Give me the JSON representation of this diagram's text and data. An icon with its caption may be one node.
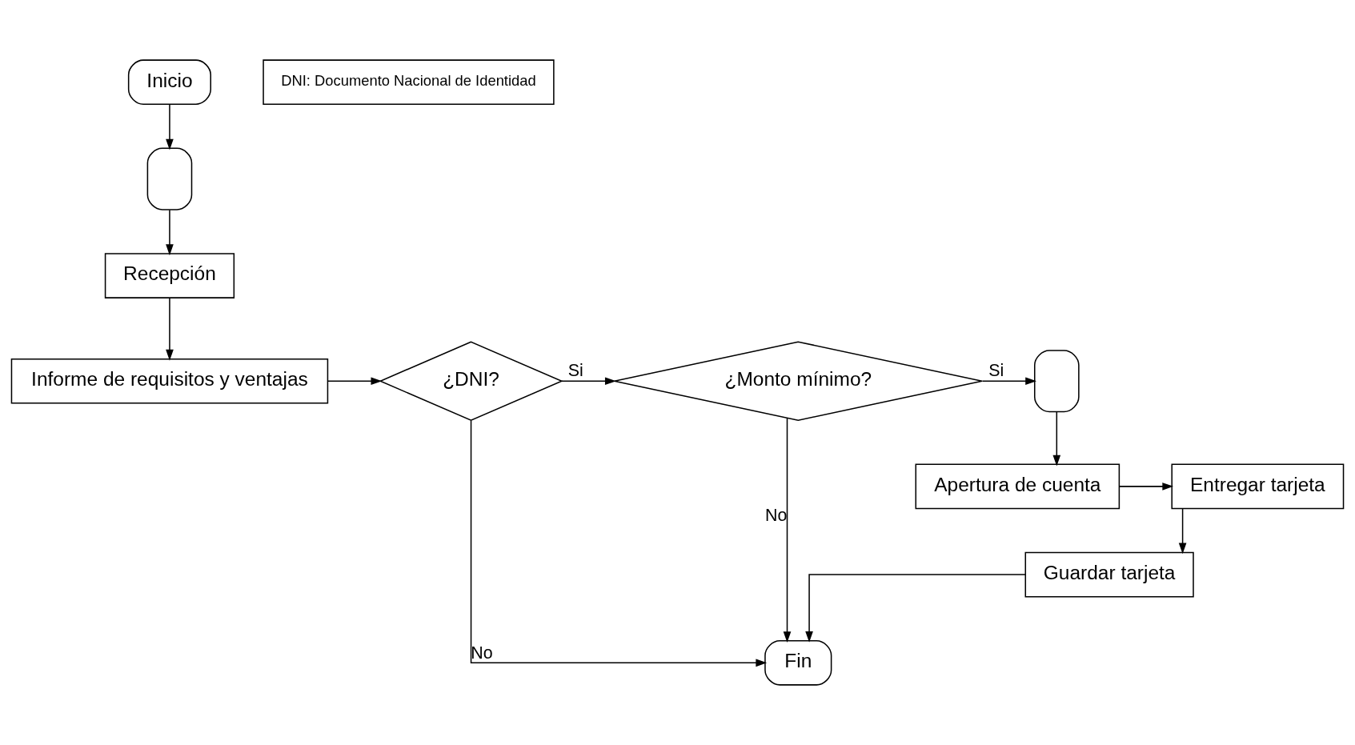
{
  "diagram": {
    "nodes": [
      {
        "text": [
          "Inicio"
        ]
      },
      {
        "text": [],
        "shape": "delay"
      },
      {
        "text": [
          "Recepción"
        ]
      },
      {
        "text": [
          "Informe de requisitos y ventajas"
        ]
      },
      {
        "text": [
          "¿DNI?"
        ]
      },
      {
        "text": [
          "¿Monto mínimo?"
        ]
      },
      {
        "text": [],
        "shape": "delay"
      },
      {
        "text": [
          "Apertura de cuenta"
        ]
      },
      {
        "text": [
          "Entregar tarjeta"
        ]
      },
      {
        "text": [
          "Guardar tarjeta"
        ]
      },
      {
        "text": [
          "Fin"
        ]
      },
      {
        "text": [
          "DNI: Documento Nacional de Identidad"
        ]
      }
    ],
    "edges": [
      {
        "from": 0,
        "to": 1,
        "arrow": "to"
      },
      {
        "from": 1,
        "to": 2,
        "arrow": "to"
      },
      {
        "from": 2,
        "to": 3,
        "arrow": "to"
      },
      {
        "from": 3,
        "to": 4,
        "arrow": "to"
      },
      {
        "from": 4,
        "to": 5,
        "arrow": "to",
        "label": "Si"
      },
      {
        "from": 5,
        "to": 6,
        "arrow": "to",
        "label": "Si"
      },
      {
        "from": 6,
        "to": 7,
        "arrow": "to"
      },
      {
        "from": 7,
        "to": 8,
        "arrow": "to"
      },
      {
        "from": 8,
        "to": 9,
        "arrow": "to"
      },
      {
        "from": 9,
        "to": 10,
        "arrow": "to"
      },
      {
        "from": 4,
        "to": 10,
        "arrow": "to",
        "label": "No"
      },
      {
        "from": 5,
        "to": 10,
        "arrow": "to",
        "label": "No"
      }
    ]
  }
}
